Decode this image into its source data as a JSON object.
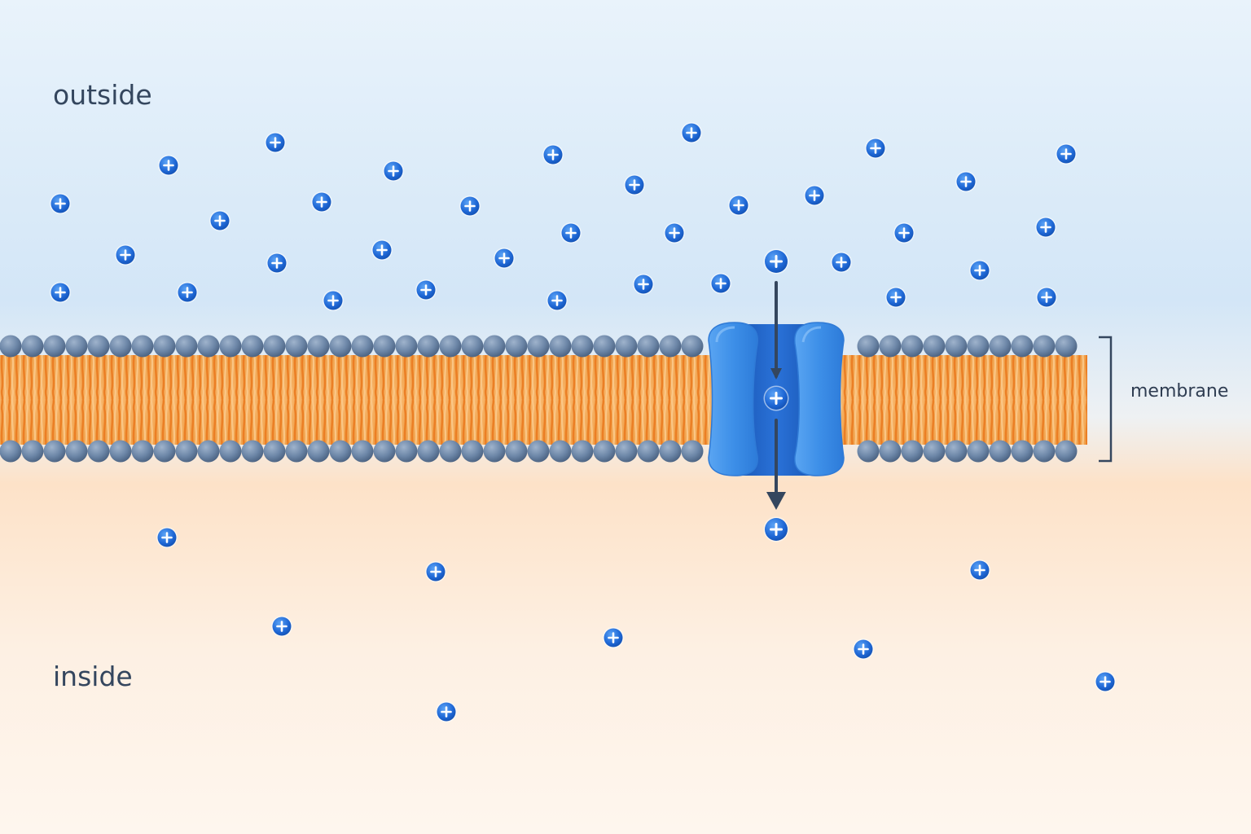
{
  "labels": {
    "outside": "outside",
    "inside": "inside",
    "membrane": "membrane"
  },
  "ion_symbol": "+",
  "colors": {
    "outside_fluid": "#dcebf8",
    "inside_fluid": "#fdeee0",
    "lipid_head": "#6a85a6",
    "lipid_tail": "#f3953a",
    "channel_protein": "#3f8fe6",
    "channel_pore": "#1f63c9",
    "ion": "#1a5fd1",
    "arrow": "#34465e"
  },
  "icons": {
    "ion": "positive-ion-icon",
    "flow_arrow": "arrow-down-icon"
  }
}
